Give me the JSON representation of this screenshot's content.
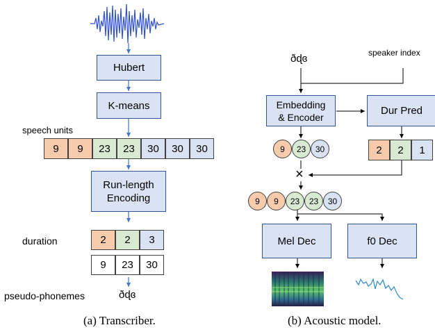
{
  "colors": {
    "box_fill": "#dae3f3",
    "box_border": "#2f5597",
    "arrow": "#4472c4",
    "orange": "#f8cbad",
    "green": "#d9ead3",
    "blue": "#dae3f3",
    "white": "#ffffff"
  },
  "transcriber": {
    "hubert": "Hubert",
    "kmeans": "K-means",
    "speech_units_label": "speech units",
    "speech_units": [
      {
        "v": "9",
        "c": "orange"
      },
      {
        "v": "9",
        "c": "orange"
      },
      {
        "v": "23",
        "c": "green"
      },
      {
        "v": "23",
        "c": "green"
      },
      {
        "v": "30",
        "c": "blue"
      },
      {
        "v": "30",
        "c": "blue"
      },
      {
        "v": "30",
        "c": "blue"
      }
    ],
    "rle_line1": "Run-length",
    "rle_line2": "Encoding",
    "duration_label": "duration",
    "durations": [
      {
        "v": "2",
        "c": "orange"
      },
      {
        "v": "2",
        "c": "green"
      },
      {
        "v": "3",
        "c": "blue"
      }
    ],
    "units": [
      {
        "v": "9",
        "c": "white"
      },
      {
        "v": "23",
        "c": "white"
      },
      {
        "v": "30",
        "c": "white"
      }
    ],
    "pseudo_label": "pseudo-phonemes",
    "phonemes": "ðɖɞ",
    "caption": "(a) Transcriber."
  },
  "acoustic": {
    "phonemes": "ðɖɞ",
    "speaker_index": "speaker index",
    "encoder_line1": "Embedding",
    "encoder_line2": "& Encoder",
    "dur_pred": "Dur Pred",
    "enc_units": [
      {
        "v": "9",
        "c": "orange"
      },
      {
        "v": "23",
        "c": "green"
      },
      {
        "v": "30",
        "c": "blue"
      }
    ],
    "pred_durations": [
      {
        "v": "2",
        "c": "orange"
      },
      {
        "v": "2",
        "c": "green"
      },
      {
        "v": "1",
        "c": "blue"
      }
    ],
    "multiply": "×",
    "expanded_units": [
      {
        "v": "9",
        "c": "orange"
      },
      {
        "v": "9",
        "c": "orange"
      },
      {
        "v": "23",
        "c": "green"
      },
      {
        "v": "23",
        "c": "green"
      },
      {
        "v": "30",
        "c": "blue"
      }
    ],
    "mel_dec": "Mel Dec",
    "f0_dec": "f0 Dec",
    "caption": "(b) Acoustic model."
  }
}
